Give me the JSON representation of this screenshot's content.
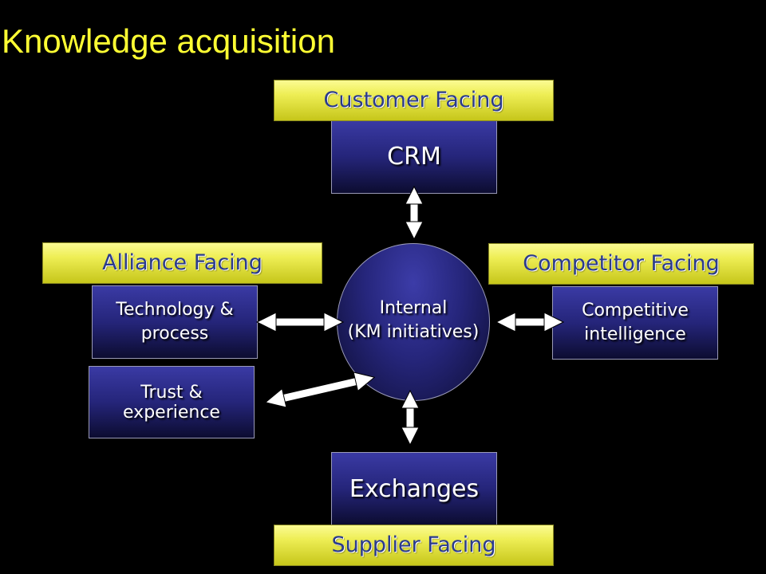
{
  "title": "Knowledge acquisition",
  "labels": {
    "customer": "Customer Facing",
    "alliance": "Alliance Facing",
    "competitor": "Competitor Facing",
    "supplier": "Supplier Facing"
  },
  "boxes": {
    "crm": "CRM",
    "tech_line1": "Technology &",
    "tech_line2": "process",
    "trust": "Trust & experience",
    "comp_line1": "Competitive",
    "comp_line2": "intelligence",
    "exchanges": "Exchanges"
  },
  "center": {
    "line1": "Internal",
    "line2": "(KM initiatives)"
  },
  "colors": {
    "background": "#000000",
    "title": "#ffff33",
    "label_text": "#2a3a8c",
    "label_fill": "#eeee55",
    "box_fill": "#25257a",
    "arrow": "#ffffff"
  }
}
